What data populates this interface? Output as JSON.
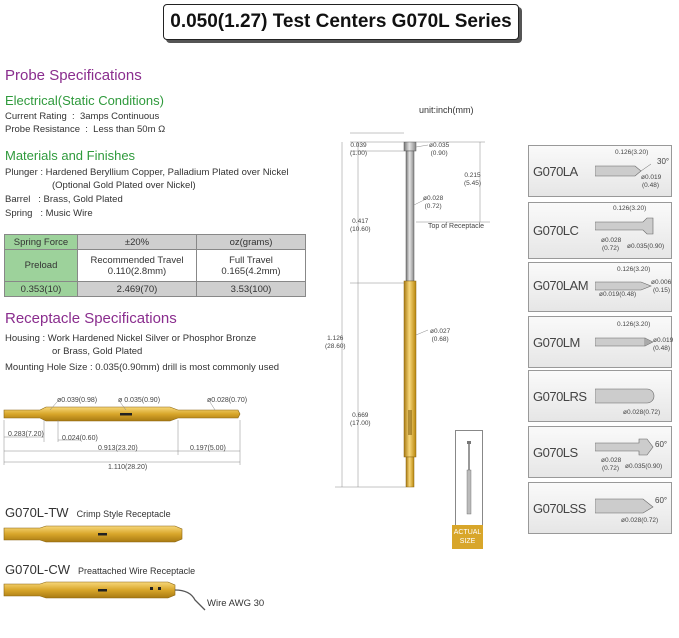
{
  "title": "0.050(1.27) Test Centers G070L Series",
  "probe": {
    "heading": "Probe Specifications",
    "electrical": {
      "heading": "Electrical(Static Conditions)",
      "lines": [
        "Current Rating  :  3amps Continuous",
        "Probe Resistance  :  Less than 50m Ω"
      ]
    },
    "materials": {
      "heading": "Materials and Finishes",
      "lines": [
        "Plunger : Hardened Beryllium Copper, Palladium Plated over Nickel",
        "(Optional Gold Plated over Nickel)",
        "Barrel   : Brass, Gold Plated",
        "Spring   : Music Wire"
      ]
    }
  },
  "spring_table": {
    "headers": [
      "Spring Force",
      "±20%",
      "oz(grams)"
    ],
    "row_label": "Preload",
    "recommended": [
      "Recommended Travel",
      "0.110(2.8mm)"
    ],
    "full": [
      "Full Travel",
      "0.165(4.2mm)"
    ],
    "values": [
      "0.353(10)",
      "2.469(70)",
      "3.53(100)"
    ]
  },
  "receptacle": {
    "heading": "Receptacle Specifications",
    "lines": [
      "Housing : Work Hardened Nickel Silver or Phosphor Bronze",
      "or Brass, Gold Plated",
      "Mounting Hole Size : 0.035(0.90mm) drill is most commonly used"
    ],
    "dims": {
      "d1": "ø0.039(0.98)",
      "d2": "ø 0.035(0.90)",
      "d3": "ø0.028(0.70)",
      "l1": "0.283(7.20)",
      "l2": "0.024(0.60)",
      "l3": "0.913(23.20)",
      "l4": "0.197(5.00)",
      "l5": "1.110(28.20)"
    }
  },
  "series": [
    {
      "code": "G070L-TW",
      "desc": "Crimp Style Receptacle"
    },
    {
      "code": "G070L-CW",
      "desc": "Preattached Wire Receptacle"
    }
  ],
  "wire_label": "Wire AWG 30",
  "probe_drawing": {
    "unit": "unit:inch(mm)",
    "dims": {
      "a": "0.039",
      "a_mm": "(1.00)",
      "b": "ø0.035",
      "b_mm": "(0.90)",
      "c": "0.215",
      "c_mm": "(5.45)",
      "d": "ø0.028",
      "d_mm": "(0.72)",
      "e": "0.417",
      "e_mm": "(10.60)",
      "top": "Top of Receptacle",
      "f": "ø0.027",
      "f_mm": "(0.68)",
      "g": "1.126",
      "g_mm": "(28.60)",
      "h": "0.669",
      "h_mm": "(17.00)"
    },
    "actual_size": [
      "ACTUAL",
      "SIZE"
    ]
  },
  "variants": [
    {
      "code": "G070LA",
      "notes": [
        "0.126(3.20)",
        "30°",
        "ø0.019",
        "(0.48)"
      ]
    },
    {
      "code": "G070LC",
      "notes": [
        "0.126(3.20)",
        "ø0.028",
        "(0.72)",
        "ø0.035(0.90)"
      ]
    },
    {
      "code": "G070LAM",
      "notes": [
        "0.126(3.20)",
        "ø0.006",
        "(0.15)",
        "ø0.019(0.48)"
      ]
    },
    {
      "code": "G070LM",
      "notes": [
        "0.126(3.20)",
        "ø0.019",
        "(0.48)"
      ]
    },
    {
      "code": "G070LRS",
      "notes": [
        "ø0.028(0.72)"
      ]
    },
    {
      "code": "G070LS",
      "notes": [
        "60°",
        "ø0.028",
        "(0.72)",
        "ø0.035(0.90)"
      ]
    },
    {
      "code": "G070LSS",
      "notes": [
        "60°",
        "ø0.028(0.72)"
      ]
    }
  ],
  "colors": {
    "gold": "#d8a62a",
    "purple": "#8a2d8e",
    "green": "#2f9a3c"
  }
}
